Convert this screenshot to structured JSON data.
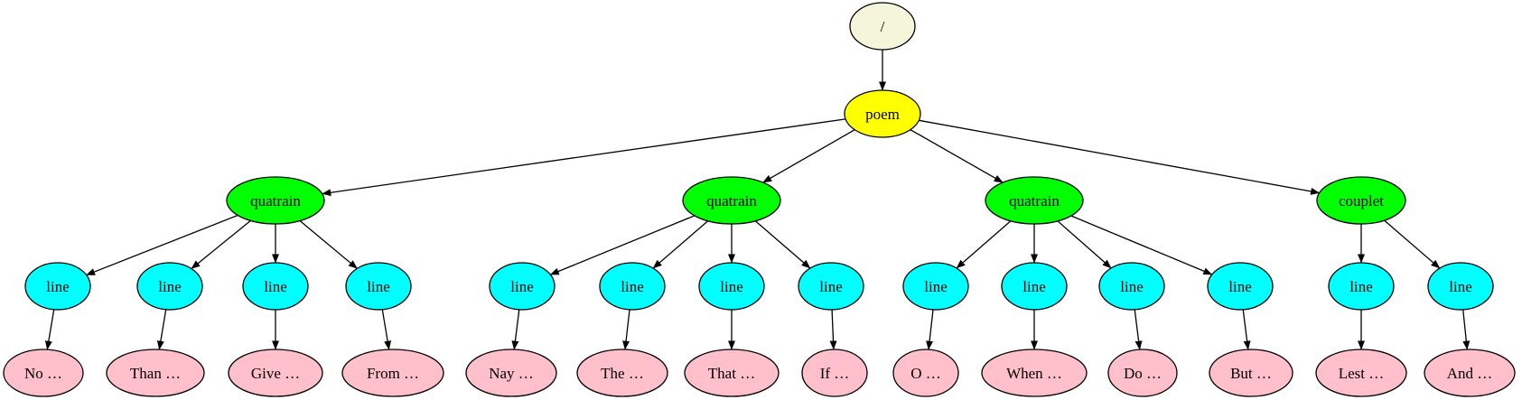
{
  "colors": {
    "root": "#f5f5dc",
    "poem": "#ffff00",
    "stanza": "#00ff00",
    "line": "#00ffff",
    "text": "#ffc0cb",
    "edge": "#000000"
  },
  "tree": {
    "root": "/",
    "poem": "poem",
    "stanzas": [
      {
        "label": "quatrain",
        "lines": [
          {
            "label": "line",
            "text": "No …"
          },
          {
            "label": "line",
            "text": "Than …"
          },
          {
            "label": "line",
            "text": "Give …"
          },
          {
            "label": "line",
            "text": "From …"
          }
        ]
      },
      {
        "label": "quatrain",
        "lines": [
          {
            "label": "line",
            "text": "Nay …"
          },
          {
            "label": "line",
            "text": "The …"
          },
          {
            "label": "line",
            "text": "That …"
          },
          {
            "label": "line",
            "text": "If …"
          }
        ]
      },
      {
        "label": "quatrain",
        "lines": [
          {
            "label": "line",
            "text": "O …"
          },
          {
            "label": "line",
            "text": "When …"
          },
          {
            "label": "line",
            "text": "Do …"
          },
          {
            "label": "line",
            "text": "But …"
          }
        ]
      },
      {
        "label": "couplet",
        "lines": [
          {
            "label": "line",
            "text": "Lest …"
          },
          {
            "label": "line",
            "text": "And …"
          }
        ]
      }
    ]
  }
}
